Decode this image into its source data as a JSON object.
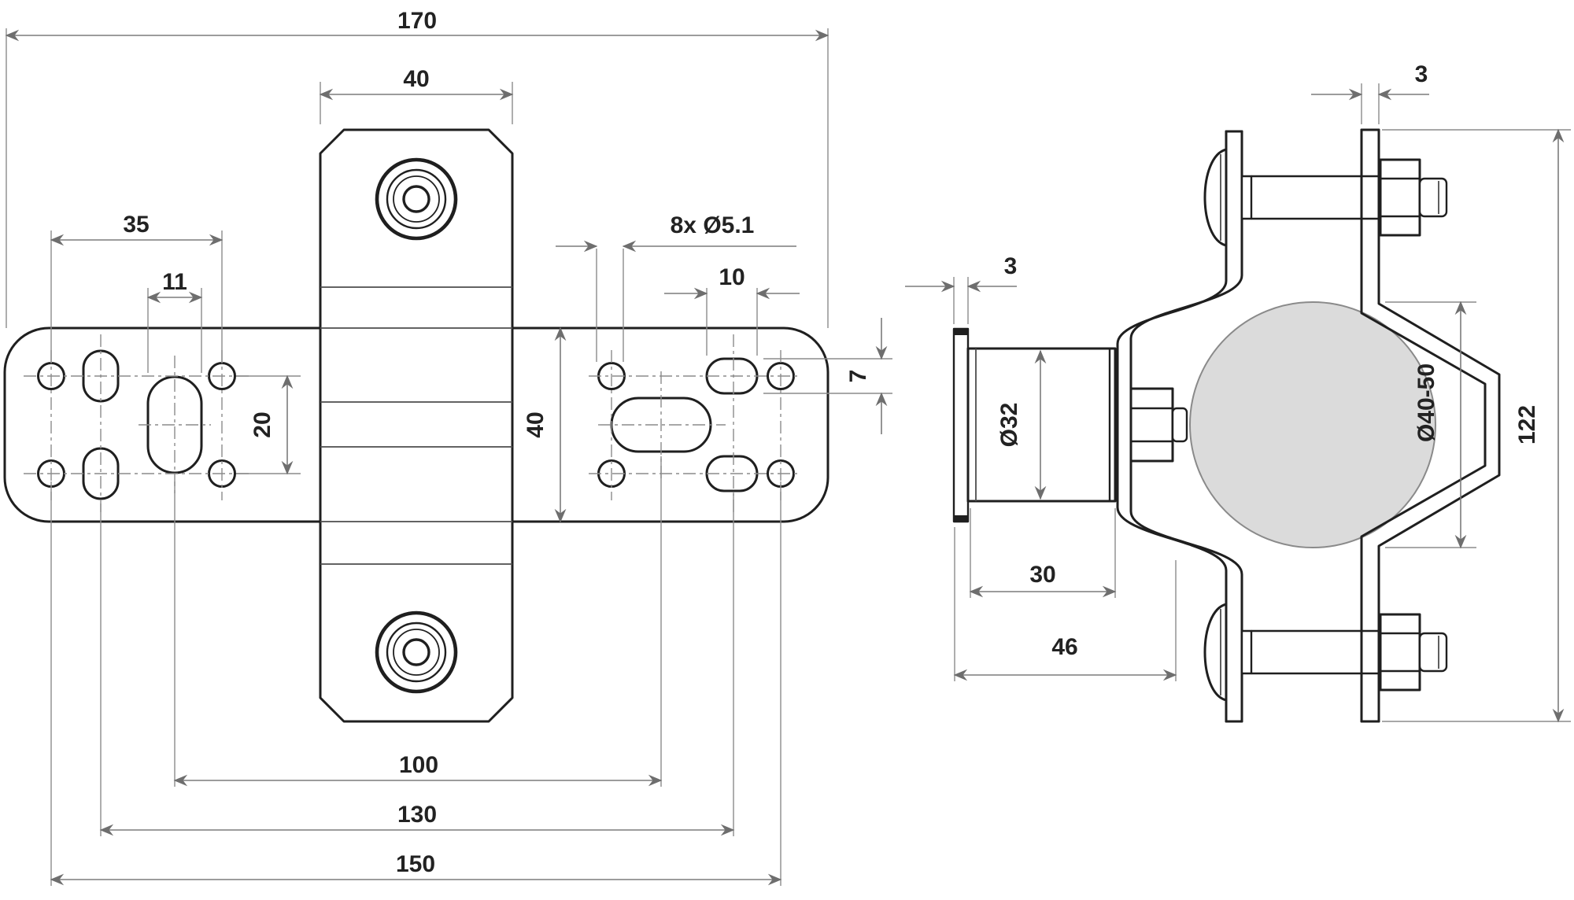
{
  "drawing": {
    "front_view": {
      "dims": {
        "overall_170": "170",
        "plate_40": "40",
        "spacing_35": "35",
        "slot_11": "11",
        "rows_20": "20",
        "bar_height_40": "40",
        "holes_note": "8x Ø5.1",
        "slot_10": "10",
        "slot_7": "7",
        "spacing_100": "100",
        "spacing_130": "130",
        "spacing_150": "150"
      }
    },
    "side_view": {
      "dims": {
        "strap_thickness_3": "3",
        "plate_thickness_3": "3",
        "drum_diameter": "Ø32",
        "pipe_range": "Ø40-50",
        "overall_height_122": "122",
        "drum_length_30": "30",
        "depth_46": "46"
      }
    },
    "colors": {
      "outline": "#1f1f1f",
      "dimension_lines": "#7b7b7b",
      "pipe_fill": "#dbdbdb",
      "background": "#ffffff"
    }
  }
}
